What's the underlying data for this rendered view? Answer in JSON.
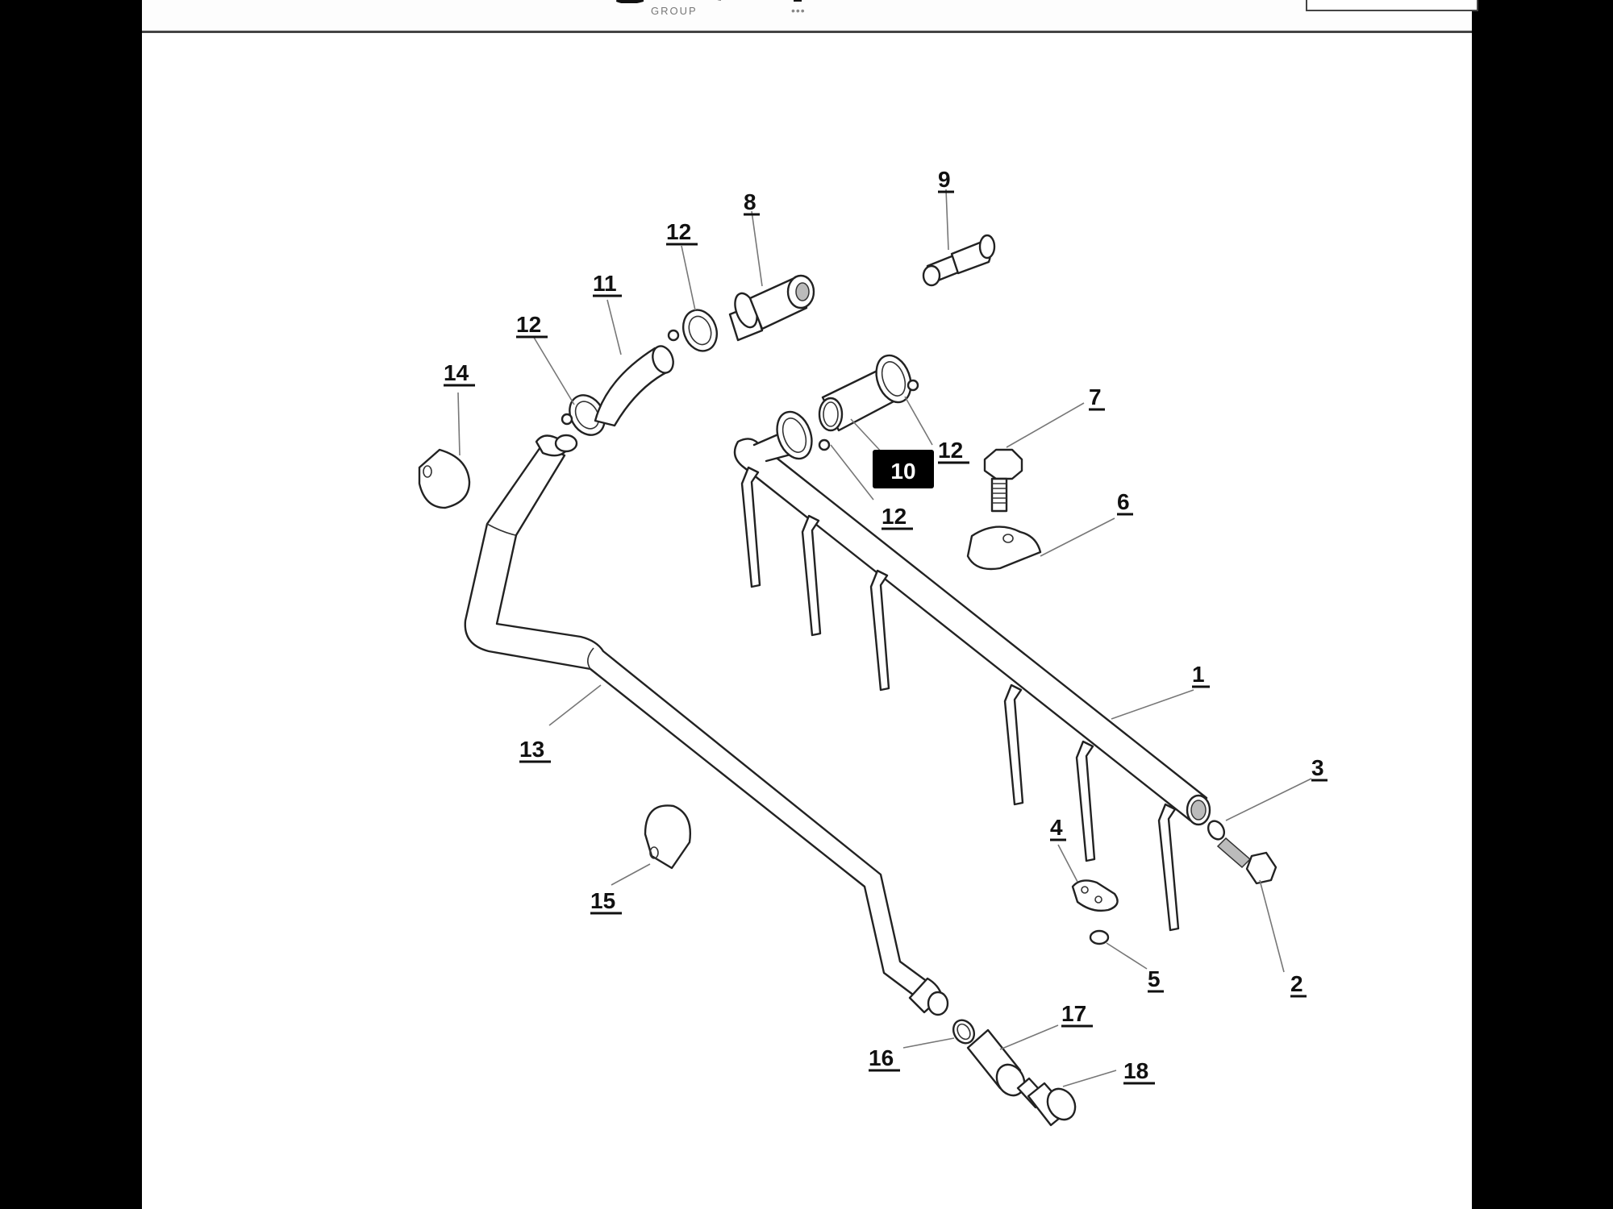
{
  "header": {
    "brand_sub": "GROUP",
    "more_menu_icon": "more-horizontal-icon",
    "more_menu_label": "•••"
  },
  "diagram": {
    "highlighted_part": "10",
    "callouts": [
      {
        "id": "c1",
        "label": "1"
      },
      {
        "id": "c2",
        "label": "2"
      },
      {
        "id": "c3",
        "label": "3"
      },
      {
        "id": "c4",
        "label": "4"
      },
      {
        "id": "c5",
        "label": "5"
      },
      {
        "id": "c6",
        "label": "6"
      },
      {
        "id": "c7",
        "label": "7"
      },
      {
        "id": "c8",
        "label": "8"
      },
      {
        "id": "c9",
        "label": "9"
      },
      {
        "id": "c10",
        "label": "10"
      },
      {
        "id": "c11",
        "label": "11"
      },
      {
        "id": "c12a",
        "label": "12"
      },
      {
        "id": "c12b",
        "label": "12"
      },
      {
        "id": "c12c",
        "label": "12"
      },
      {
        "id": "c12d",
        "label": "12"
      },
      {
        "id": "c13",
        "label": "13"
      },
      {
        "id": "c14",
        "label": "14"
      },
      {
        "id": "c15",
        "label": "15"
      },
      {
        "id": "c16",
        "label": "16"
      },
      {
        "id": "c17",
        "label": "17"
      },
      {
        "id": "c18",
        "label": "18"
      }
    ]
  },
  "colors": {
    "highlight_bg": "#000000",
    "highlight_text": "#ffffff",
    "line": "#222222",
    "leader": "#777777"
  }
}
